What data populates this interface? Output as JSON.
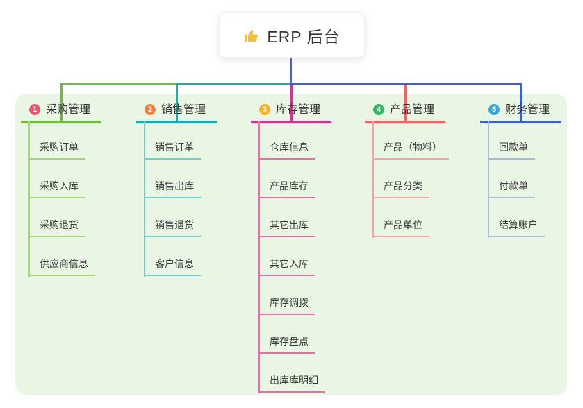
{
  "root": {
    "title": "ERP 后台",
    "icon": "thumbs-up-icon"
  },
  "canvas": {
    "background": "#ffffff",
    "panel_background": "#EAF6E4",
    "stem_color": "#4A5FC8",
    "text_color": "#333333",
    "icon_color": "#F2C23E"
  },
  "branches": [
    {
      "badge": "1",
      "badge_color": "#F0536E",
      "label": "采购管理",
      "line_color": "#6ABD3F",
      "child_line_color": "#A6D678",
      "children": [
        "采购订单",
        "采购入库",
        "采购退货",
        "供应商信息"
      ]
    },
    {
      "badge": "2",
      "badge_color": "#F0823E",
      "label": "销售管理",
      "line_color": "#14AEB4",
      "child_line_color": "#6FCDD0",
      "children": [
        "销售订单",
        "销售出库",
        "销售退货",
        "客户信息"
      ]
    },
    {
      "badge": "3",
      "badge_color": "#FFAF20",
      "label": "库存管理",
      "line_color": "#D8308C",
      "child_line_color": "#EC6BAC",
      "children": [
        "仓库信息",
        "产品库存",
        "其它出库",
        "其它入库",
        "库存调拨",
        "库存盘点",
        "出库库明细"
      ]
    },
    {
      "badge": "4",
      "badge_color": "#2FBA62",
      "label": "产品管理",
      "line_color": "#F85F5F",
      "child_line_color": "#F9A2A2",
      "children": [
        "产品（物料）",
        "产品分类",
        "产品单位"
      ]
    },
    {
      "badge": "5",
      "badge_color": "#2FA8E0",
      "label": "财务管理",
      "line_color": "#3A5FD2",
      "child_line_color": "#A9BADF",
      "children": [
        "回款单",
        "付款单",
        "结算账户"
      ]
    }
  ]
}
